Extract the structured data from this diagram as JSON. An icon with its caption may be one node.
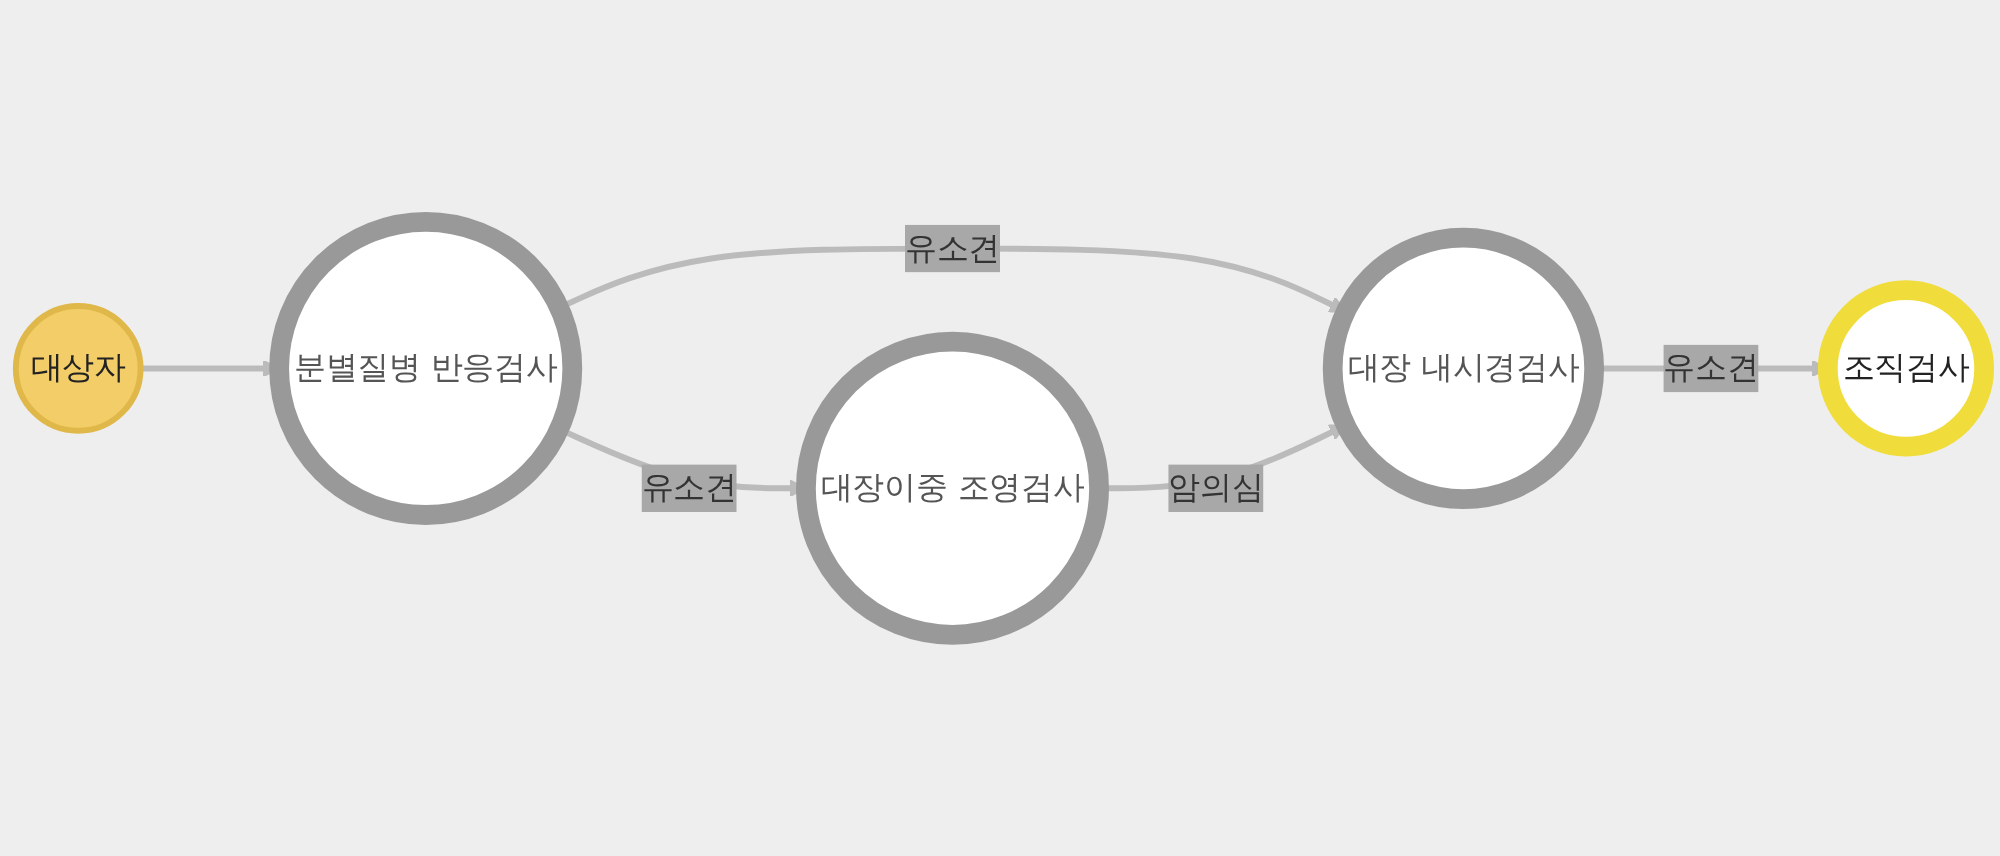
{
  "diagram": {
    "nodes": [
      {
        "text": [
          "대상자"
        ]
      },
      {
        "text": [
          "분별질병 반응검사"
        ]
      },
      {
        "text": [
          "대장이중 조영검사"
        ]
      },
      {
        "text": [
          "대장 내시경검사"
        ]
      },
      {
        "text": [
          "조직검사"
        ]
      }
    ],
    "edges": [
      {
        "from": 0,
        "to": 1,
        "arrow": "to"
      },
      {
        "from": 1,
        "to": 2,
        "label": "유소견",
        "arrow": "to"
      },
      {
        "from": 1,
        "to": 3,
        "label": "유소견",
        "arrow": "to"
      },
      {
        "from": 2,
        "to": 3,
        "label": "암의심",
        "arrow": "to"
      },
      {
        "from": 3,
        "to": 4,
        "label": "유소견",
        "arrow": "to"
      }
    ]
  }
}
